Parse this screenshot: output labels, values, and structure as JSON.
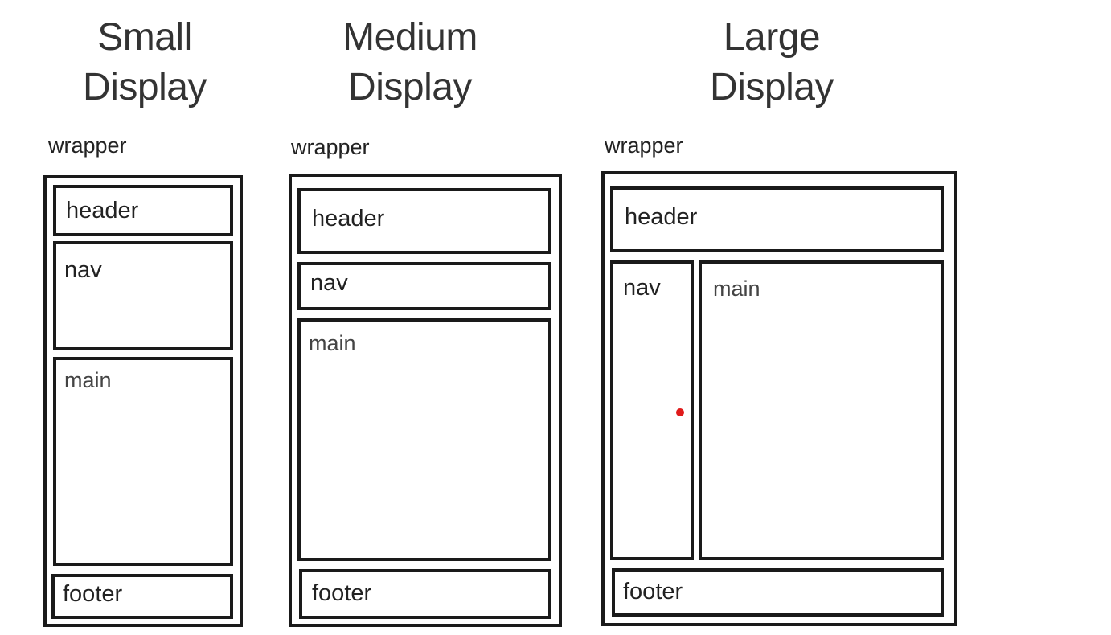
{
  "small": {
    "title_line1": "Small",
    "title_line2": "Display",
    "wrapper_label": "wrapper",
    "header": "header",
    "nav": "nav",
    "main": "main",
    "footer": "footer"
  },
  "medium": {
    "title_line1": "Medium",
    "title_line2": "Display",
    "wrapper_label": "wrapper",
    "header": "header",
    "nav": "nav",
    "main": "main",
    "footer": "footer"
  },
  "large": {
    "title_line1": "Large",
    "title_line2": "Display",
    "wrapper_label": "wrapper",
    "header": "header",
    "nav": "nav",
    "main": "main",
    "footer": "footer"
  },
  "colors": {
    "outline": "#1a1a1a",
    "cursor": "#e01b1b"
  }
}
